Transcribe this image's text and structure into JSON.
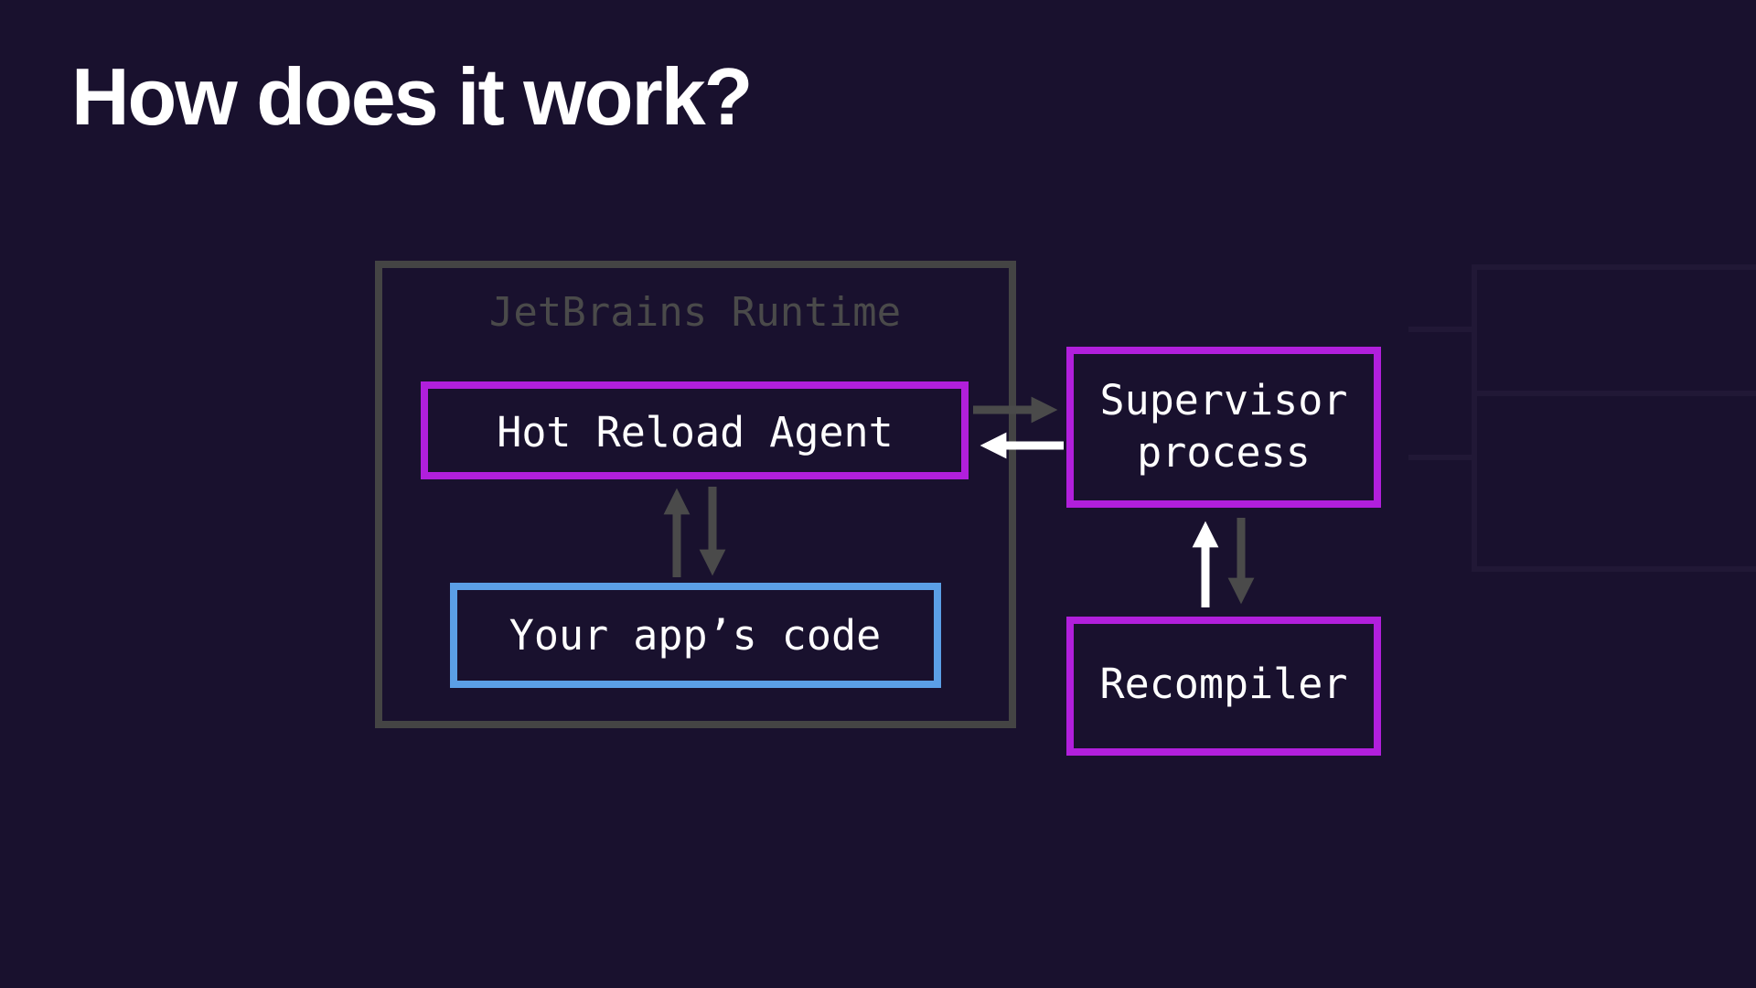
{
  "slide": {
    "title": "How does it work?"
  },
  "diagram": {
    "runtime": {
      "label": "JetBrains Runtime"
    },
    "agent": {
      "label": "Hot Reload Agent"
    },
    "app_code": {
      "label": "Your app’s code"
    },
    "supervisor": {
      "label_line1": "Supervisor",
      "label_line2": "process"
    },
    "recompiler": {
      "label": "Recompiler"
    }
  },
  "colors": {
    "background": "#19112e",
    "purple_box": "#b11fdc",
    "blue_box": "#5b9fe6",
    "runtime_box": "#444444",
    "arrow_active": "#ffffff",
    "arrow_inactive": "#4a4a4a"
  }
}
